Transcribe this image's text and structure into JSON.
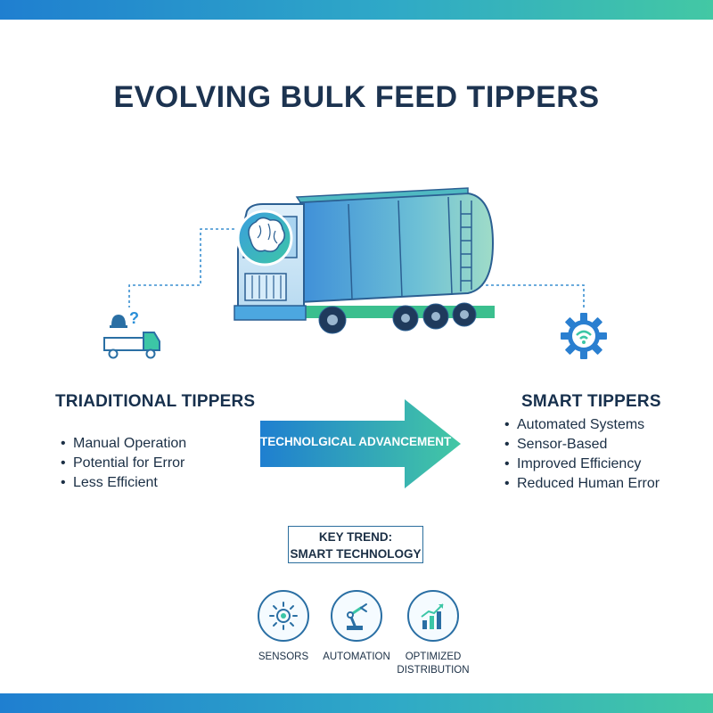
{
  "title": "EVOLVING BULK FEED TIPPERS",
  "left": {
    "heading": "TRIADITIONAL TIPPERS",
    "items": [
      "Manual Operation",
      "Potential for Error",
      "Less Efficient"
    ]
  },
  "right": {
    "heading": "SMART TIPPERS",
    "items": [
      "Automated Systems",
      "Sensor-Based",
      "Improved Efficiency",
      "Reduced Human Error"
    ]
  },
  "arrow_label": "TECHNOLGICAL ADVANCEMENT",
  "key_trend": {
    "line1": "KEY TREND:",
    "line2": "SMART TECHNOLOGY"
  },
  "features": [
    {
      "label": "SENSORS",
      "icon": "sensor-icon"
    },
    {
      "label": "AUTOMATION",
      "icon": "robot-arm-icon"
    },
    {
      "label_line1": "OPTIMIZED",
      "label_line2": "DISTRIBUTION",
      "icon": "growth-chart-icon"
    }
  ],
  "colors": {
    "dark_text": "#1c3350",
    "gradient_start": "#1f7fd0",
    "gradient_end": "#43c8a4",
    "icon_blue": "#2a6fa4"
  },
  "icons": {
    "brain": "brain-icon",
    "truck": "feed-truck-icon",
    "small_truck": "small-truck-question-icon",
    "gear": "gear-wifi-icon"
  }
}
